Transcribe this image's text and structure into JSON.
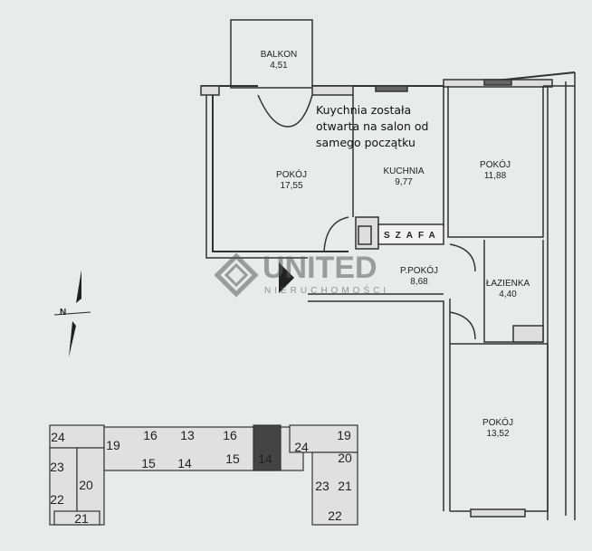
{
  "plan": {
    "note": [
      "Kuychnia została",
      "otwarta na salon od",
      "samego początku"
    ],
    "rooms": [
      {
        "name": "BALKON",
        "area": "4,51"
      },
      {
        "name": "POKÓJ",
        "area": "17,55"
      },
      {
        "name": "KUCHNIA",
        "area": "9,77"
      },
      {
        "name": "POKÓJ",
        "area": "11,88"
      },
      {
        "name": "P.POKÓJ",
        "area": "8,68"
      },
      {
        "name": "ŁAZIENKA",
        "area": "4,40"
      },
      {
        "name": "POKÓJ",
        "area": "13,52"
      }
    ],
    "wardrobe": "SZAFA",
    "compass": "N"
  },
  "watermark": {
    "brand": "UNITED",
    "sub": "NIERUCHOMOŚCI"
  },
  "keyplan": {
    "labels": [
      "24",
      "19",
      "16",
      "13",
      "16",
      "24",
      "19",
      "23",
      "15",
      "14",
      "15",
      "14",
      "20",
      "20",
      "23",
      "21",
      "22",
      "21",
      "22"
    ]
  }
}
